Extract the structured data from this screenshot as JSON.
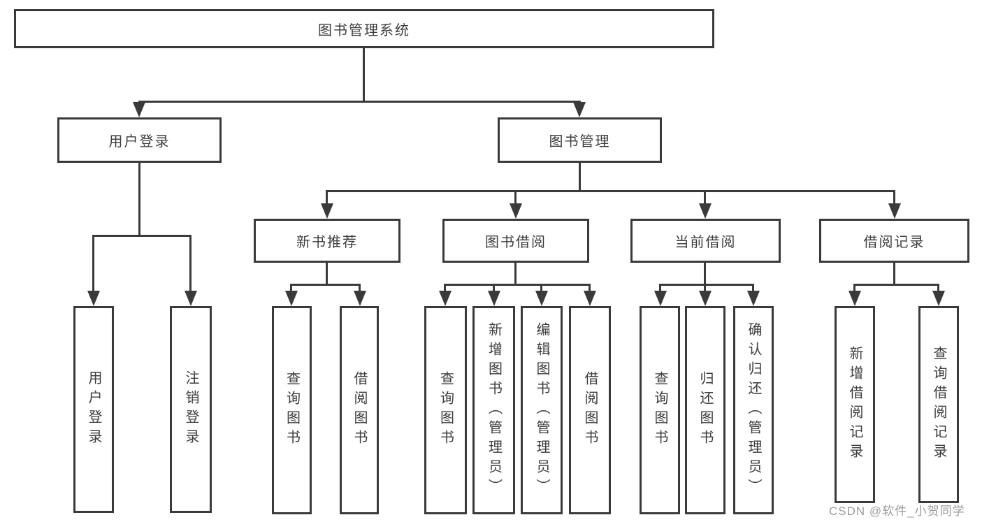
{
  "diagram": {
    "title": "图书管理系统",
    "level2": [
      {
        "id": "user-login",
        "label": "用户登录"
      },
      {
        "id": "book-management",
        "label": "图书管理"
      }
    ],
    "level3": [
      {
        "id": "new-book-recommend",
        "label": "新书推荐"
      },
      {
        "id": "book-borrowing",
        "label": "图书借阅"
      },
      {
        "id": "current-borrowing",
        "label": "当前借阅"
      },
      {
        "id": "borrowing-records",
        "label": "借阅记录"
      }
    ],
    "leaves": {
      "user_login": [
        "用户登录",
        "注销登录"
      ],
      "new_book_recommend": [
        "查询图书",
        "借阅图书"
      ],
      "book_borrowing": [
        "查询图书",
        "新增图书（管理员）",
        "编辑图书（管理员）",
        "借阅图书"
      ],
      "current_borrowing": [
        "查询图书",
        "归还图书",
        "确认归还（管理员）"
      ],
      "borrowing_records": [
        "新增借阅记录",
        "查询借阅记录"
      ]
    }
  },
  "watermark": "CSDN @软件_小贺同学",
  "colors": {
    "line": "#3a3a3a",
    "text": "#3c3c3c",
    "background": "#ffffff",
    "watermark": "#9b9b9b"
  }
}
